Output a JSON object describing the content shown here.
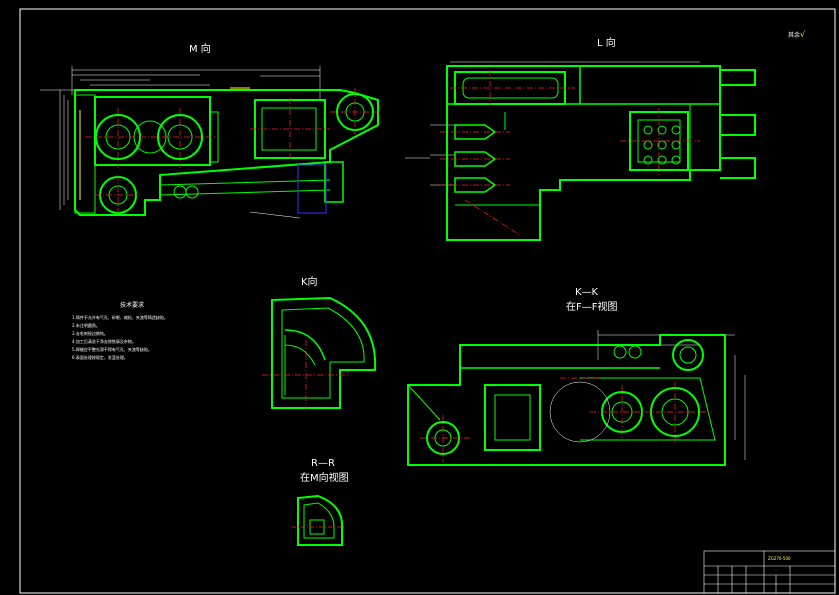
{
  "views": {
    "m_view": "M 向",
    "l_view": "L 向",
    "k_view": "K向",
    "kk_section": "K—K",
    "kk_sub": "在F—F视图",
    "rr_section": "R—R",
    "rr_sub": "在M向视图"
  },
  "roughness_mark": "其余",
  "tech_req": {
    "title": "技术要求",
    "items": [
      "1.铸件不允许有气孔、砂眼、缩松、夹渣等铸造缺陷。",
      "2.未注明圆角。",
      "3.去毛刺锐边倒钝。",
      "4.加工后清洗干净去除铁屑及杂物。",
      "5.焊缝应平整光滑不得有气孔、夹渣等缺陷。",
      "6.表面处理按规定，发蓝处理。"
    ]
  },
  "title_block": {
    "drawing_no": "ZG270-500",
    "company": "",
    "part_name": "",
    "scale_label": "",
    "sheet": ""
  },
  "colors": {
    "background": "#000000",
    "outline": "#00ff00",
    "centerline": "#ff2020",
    "dimension": "#ffffff",
    "hidden": "#3333ff",
    "highlight": "#ffff00"
  }
}
